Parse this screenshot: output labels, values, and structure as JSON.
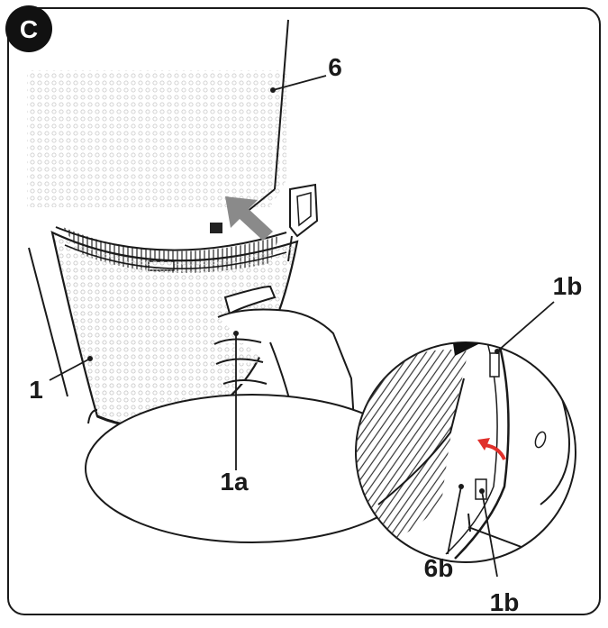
{
  "step_badge": {
    "label": "C"
  },
  "callouts": {
    "part_6": "6",
    "part_1": "1",
    "part_1a": "1a",
    "part_1b_top": "1b",
    "part_6b": "6b",
    "part_1b_bottom": "1b"
  },
  "colors": {
    "line": "#1a1a1a",
    "arrow": "#8a8a8a",
    "rotation_arrow": "#e0302b",
    "mesh": "#c9c9c9",
    "badge_bg": "#111111",
    "badge_text": "#ffffff"
  },
  "icons": {
    "push_arrow": "arrow-up-left-icon",
    "rotate_arrow": "curved-arrow-icon"
  }
}
